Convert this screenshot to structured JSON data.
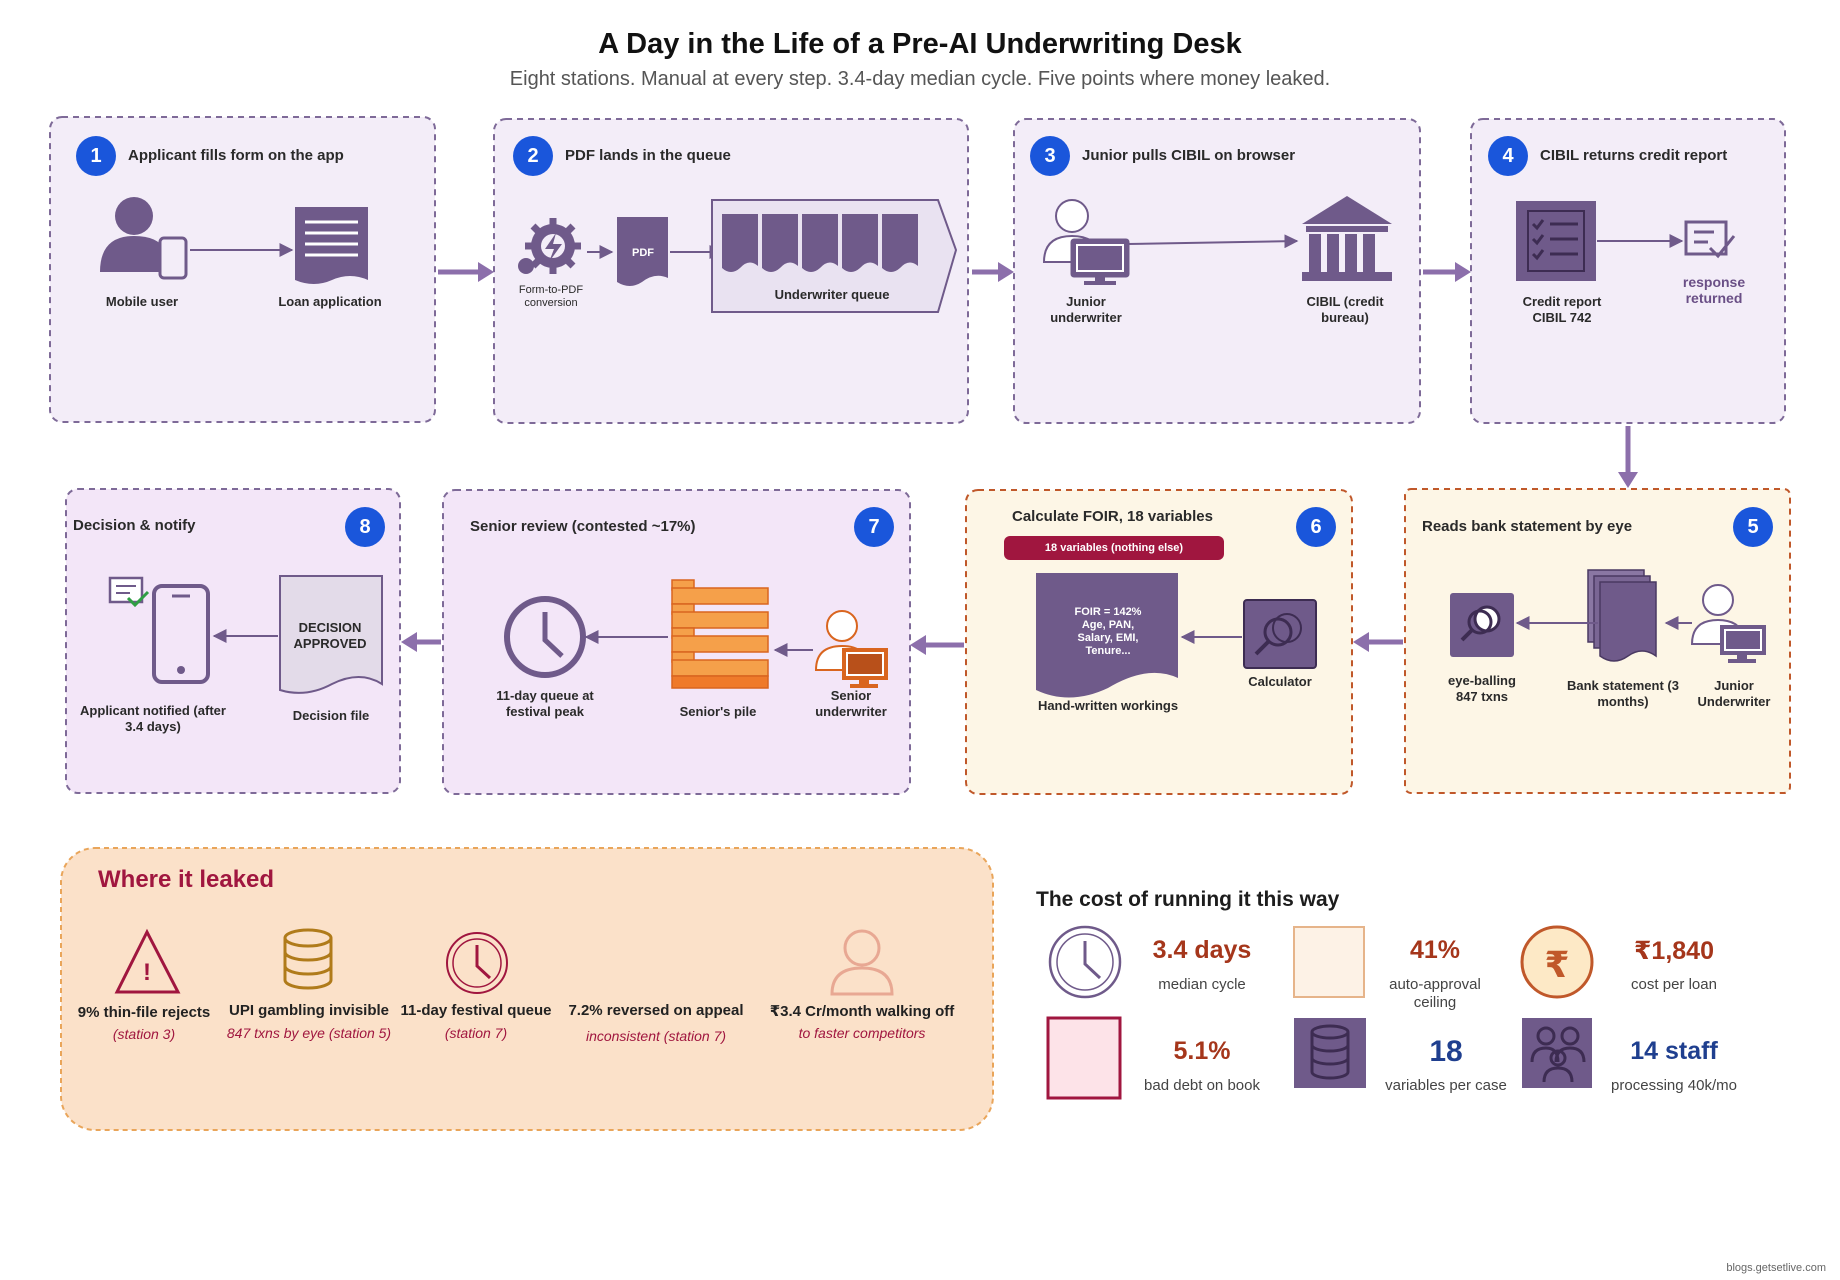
{
  "header": {
    "title": "A Day in the Life of a Pre-AI Underwriting Desk",
    "subtitle": "Eight stations. Manual at every step. 3.4-day median cycle. Five points where money leaked."
  },
  "stations": [
    {
      "number": "1",
      "title": "Applicant fills form on the app",
      "labels": {
        "mobile_user": "Mobile user",
        "loan_application": "Loan application"
      }
    },
    {
      "number": "2",
      "title": "PDF lands in the queue",
      "labels": {
        "conversion": "Form-to-PDF conversion",
        "pdf": "PDF",
        "queue": "Underwriter queue"
      }
    },
    {
      "number": "3",
      "title": "Junior pulls CIBIL on browser",
      "labels": {
        "junior": "Junior underwriter",
        "cibil": "CIBIL (credit bureau)"
      }
    },
    {
      "number": "4",
      "title": "CIBIL returns credit report",
      "labels": {
        "report": "Credit report CIBIL 742",
        "response": "response returned"
      }
    },
    {
      "number": "5",
      "title": "Reads bank statement by eye",
      "labels": {
        "eyeballing": "eye-balling 847 txns",
        "bank_statement": "Bank statement (3 months)",
        "junior": "Junior Underwriter"
      }
    },
    {
      "number": "6",
      "title": "Calculate FOIR, 18 variables",
      "tag": "18 variables (nothing else)",
      "labels": {
        "foir_doc": "FOIR = 142% Age, PAN, Salary, EMI, Tenure...",
        "workings": "Hand-written workings",
        "calculator": "Calculator"
      }
    },
    {
      "number": "7",
      "title": "Senior review (contested ~17%)",
      "labels": {
        "queue": "11-day queue at festival peak",
        "pile": "Senior's pile",
        "senior": "Senior underwriter"
      }
    },
    {
      "number": "8",
      "title": "Decision & notify",
      "labels": {
        "notified": "Applicant notified (after 3.4 days)",
        "decision_doc": "DECISION APPROVED",
        "decision_file": "Decision file"
      }
    }
  ],
  "leaks": {
    "title": "Where it leaked",
    "items": [
      {
        "name": "9% thin-file rejects",
        "detail": "(station 3)",
        "icon": "warning-icon"
      },
      {
        "name": "UPI gambling invisible",
        "detail": "847 txns by eye (station 5)",
        "icon": "database-icon"
      },
      {
        "name": "11-day festival queue",
        "detail": "(station 7)",
        "icon": "clock-icon"
      },
      {
        "name": "7.2% reversed on appeal",
        "detail": "inconsistent (station 7)",
        "icon": "none"
      },
      {
        "name": "₹3.4 Cr/month walking off",
        "detail": "to faster competitors",
        "icon": "person-icon"
      }
    ]
  },
  "costs": {
    "title": "The cost of running it this way",
    "items": [
      {
        "value": "3.4 days",
        "label": "median cycle",
        "color": "#a5361b"
      },
      {
        "value": "41%",
        "label": "auto-approval ceiling",
        "color": "#a5361b"
      },
      {
        "value": "₹1,840",
        "label": "cost per loan",
        "color": "#a5361b"
      },
      {
        "value": "5.1%",
        "label": "bad debt on book",
        "color": "#a5361b"
      },
      {
        "value": "18",
        "label": "variables per case",
        "color": "#1f3f8f"
      },
      {
        "value": "14 staff",
        "label": "processing 40k/mo",
        "color": "#1f3f8f"
      }
    ]
  },
  "footer": "blogs.getsetlive.com",
  "colors": {
    "purple": "#6f5a8a",
    "panel_lavender": "#f3edf8",
    "panel_cream": "#fdf6e6",
    "leak_panel": "#fbe1c9",
    "badge_blue": "#1a56db",
    "crimson": "#a0163f",
    "orange": "#f5a04a"
  }
}
